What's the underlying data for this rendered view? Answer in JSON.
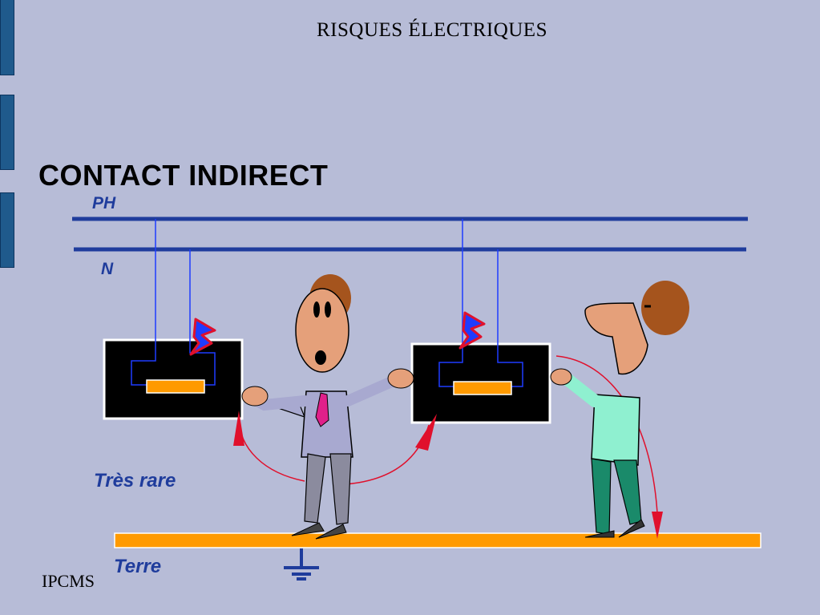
{
  "header": {
    "title": "RISQUES ÉLECTRIQUES"
  },
  "slide": {
    "title": "CONTACT INDIRECT"
  },
  "labels": {
    "phase": "PH",
    "neutral": "N",
    "rare": "Très rare",
    "earth": "Terre"
  },
  "footer": {
    "org": "IPCMS"
  },
  "colors": {
    "background": "#b7bcd7",
    "line": "#1f3c9c",
    "earth_bar": "#ff9a00",
    "arrow": "#e0102c",
    "box": "#000000"
  }
}
